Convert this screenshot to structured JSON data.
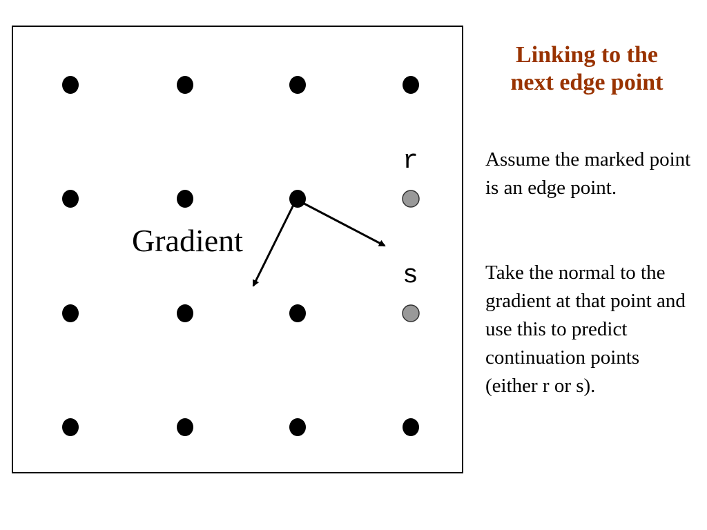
{
  "slide": {
    "title_lines": [
      "Linking to the",
      "next edge point"
    ],
    "title_color": "#993300",
    "paragraphs": [
      "Assume the marked point is an edge point.",
      "Take the normal to the gradient at that point and use this to predict continuation points (either r or s)."
    ]
  },
  "diagram": {
    "labels": {
      "gradient": "Gradient",
      "r": "r",
      "s": "s"
    },
    "grid": {
      "rows": 4,
      "cols": 4,
      "point_color": "#000000",
      "candidate_color": "#999999",
      "marked_edge_point": {
        "row": 1,
        "col": 2
      },
      "candidate_points": [
        {
          "name": "r",
          "row": 1,
          "col": 3
        },
        {
          "name": "s",
          "row": 2,
          "col": 3
        }
      ]
    },
    "arrows": [
      {
        "name": "gradient-arrow"
      },
      {
        "name": "normal-arrow"
      }
    ]
  }
}
